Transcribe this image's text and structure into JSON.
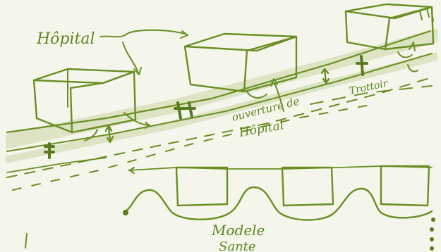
{
  "labels": {
    "hospital": "Hôpital",
    "hospital_opening_line1": "ouverture de",
    "hospital_opening_line2": "Hôpital",
    "sidewalk": "Trottoir",
    "model_line1": "Modele",
    "model_line2": "Sante"
  },
  "colors": {
    "ink": "#6b8e23",
    "wash": "#c8d6a4",
    "paper": "#f4f6ec"
  }
}
